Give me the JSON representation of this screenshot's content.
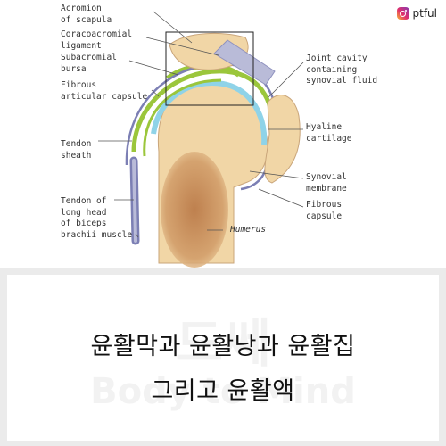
{
  "brand": {
    "handle": "ptful",
    "icon": "instagram-icon"
  },
  "diagram": {
    "labels": {
      "acromion": "Acromion\nof scapula",
      "coracoacromial": "Coracoacromial\nligament",
      "subacromial": "Subacromial\nbursa",
      "fibrous_left": "Fibrous\narticular capsule",
      "tendon_sheath": "Tendon\nsheath",
      "biceps": "Tendon of\nlong head\nof biceps\nbrachii muscle",
      "joint_cavity": "Joint cavity\ncontaining\nsynovial fluid",
      "hyaline": "Hyaline\ncartilage",
      "synovial_membrane": "Synovial\nmembrane",
      "fibrous_right": "Fibrous\ncapsule",
      "humerus": "Humerus"
    }
  },
  "caption": {
    "line1": "윤활막과 윤활낭과 윤활집",
    "line2": "그리고 윤활액"
  },
  "watermark": {
    "line1": "드쎄",
    "line2": "Body to Mind"
  },
  "colors": {
    "bone": "#f1d6a6",
    "marrow": "#c88a5a",
    "cartilage": "#8fd3e8",
    "synovial": "#9bc63b",
    "capsule": "#7c7fb4",
    "ligament": "#b9bbd8"
  }
}
